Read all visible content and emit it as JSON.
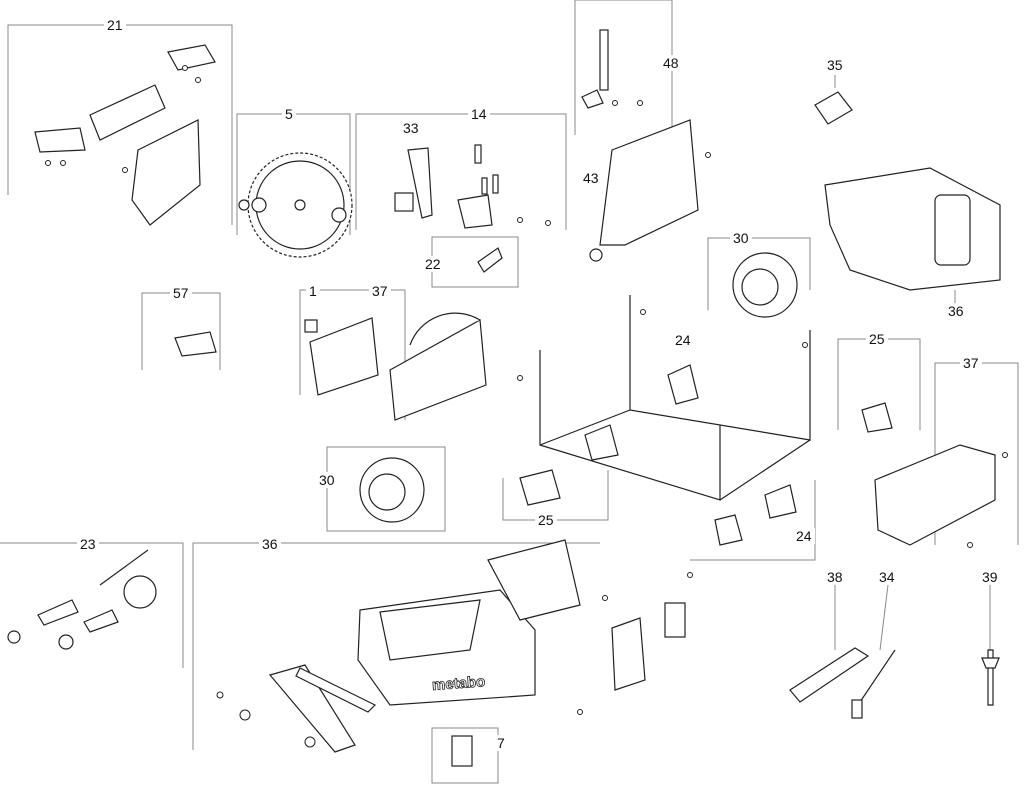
{
  "callouts": {
    "c21": "21",
    "c5": "5",
    "c14": "14",
    "c33": "33",
    "c48": "48",
    "c35": "35",
    "c43": "43",
    "c30a": "30",
    "c22": "22",
    "c57": "57",
    "c1": "1",
    "c37a": "37",
    "c36a": "36",
    "c24a": "24",
    "c25a": "25",
    "c37b": "37",
    "c30b": "30",
    "c25b": "25",
    "c24b": "24",
    "c23": "23",
    "c36b": "36",
    "c38": "38",
    "c34": "34",
    "c39": "39",
    "c7": "7"
  },
  "brand_mark": "metabo",
  "colors": {
    "line": "#222222",
    "frame": "#888888",
    "fill": "#ffffff"
  }
}
